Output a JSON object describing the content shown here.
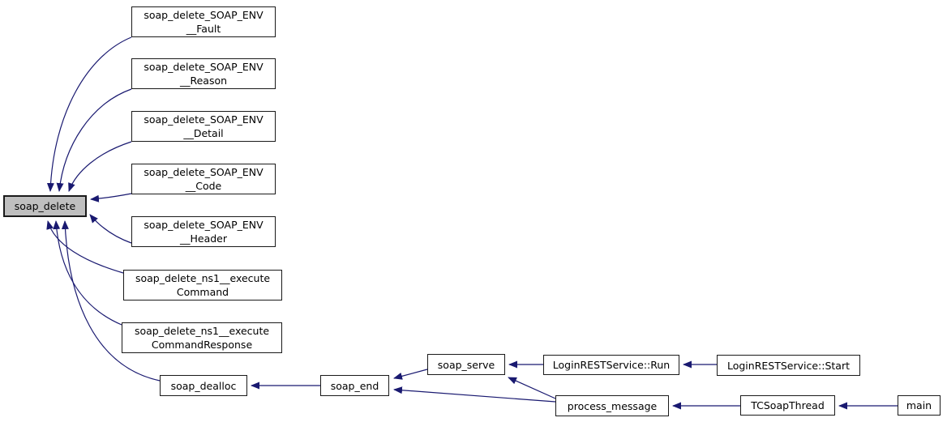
{
  "diagram": {
    "type": "caller-graph",
    "background_color": "#ffffff",
    "edge_color": "#191970",
    "node_fill": "#ffffff",
    "node_border_color": "#1a1a1a",
    "highlight_fill": "#bfbfbf",
    "text_color": "#000000"
  },
  "nodes": {
    "soap_delete": {
      "label": "soap_delete",
      "highlighted": true
    },
    "fault": {
      "line1": "soap_delete_SOAP_ENV",
      "line2": "__Fault"
    },
    "reason": {
      "line1": "soap_delete_SOAP_ENV",
      "line2": "__Reason"
    },
    "detail": {
      "line1": "soap_delete_SOAP_ENV",
      "line2": "__Detail"
    },
    "code": {
      "line1": "soap_delete_SOAP_ENV",
      "line2": "__Code"
    },
    "header": {
      "line1": "soap_delete_SOAP_ENV",
      "line2": "__Header"
    },
    "exec_command": {
      "line1": "soap_delete_ns1__execute",
      "line2": "Command"
    },
    "exec_response": {
      "line1": "soap_delete_ns1__execute",
      "line2": "CommandResponse"
    },
    "soap_dealloc": {
      "label": "soap_dealloc"
    },
    "soap_end": {
      "label": "soap_end"
    },
    "soap_serve": {
      "label": "soap_serve"
    },
    "login_run": {
      "label": "LoginRESTService::Run"
    },
    "login_start": {
      "label": "LoginRESTService::Start"
    },
    "process_message": {
      "label": "process_message"
    },
    "tcsoapthread": {
      "label": "TCSoapThread"
    },
    "main": {
      "label": "main"
    }
  },
  "edges": [
    {
      "from": "soap_delete_SOAP_ENV__Fault",
      "to": "soap_delete"
    },
    {
      "from": "soap_delete_SOAP_ENV__Reason",
      "to": "soap_delete"
    },
    {
      "from": "soap_delete_SOAP_ENV__Detail",
      "to": "soap_delete"
    },
    {
      "from": "soap_delete_SOAP_ENV__Code",
      "to": "soap_delete"
    },
    {
      "from": "soap_delete_SOAP_ENV__Header",
      "to": "soap_delete"
    },
    {
      "from": "soap_delete_ns1__executeCommand",
      "to": "soap_delete"
    },
    {
      "from": "soap_delete_ns1__executeCommandResponse",
      "to": "soap_delete"
    },
    {
      "from": "soap_dealloc",
      "to": "soap_delete"
    },
    {
      "from": "soap_end",
      "to": "soap_dealloc"
    },
    {
      "from": "soap_serve",
      "to": "soap_end"
    },
    {
      "from": "process_message",
      "to": "soap_end"
    },
    {
      "from": "process_message",
      "to": "soap_serve"
    },
    {
      "from": "LoginRESTService::Run",
      "to": "soap_serve"
    },
    {
      "from": "LoginRESTService::Start",
      "to": "LoginRESTService::Run"
    },
    {
      "from": "TCSoapThread",
      "to": "process_message"
    },
    {
      "from": "main",
      "to": "TCSoapThread"
    }
  ]
}
